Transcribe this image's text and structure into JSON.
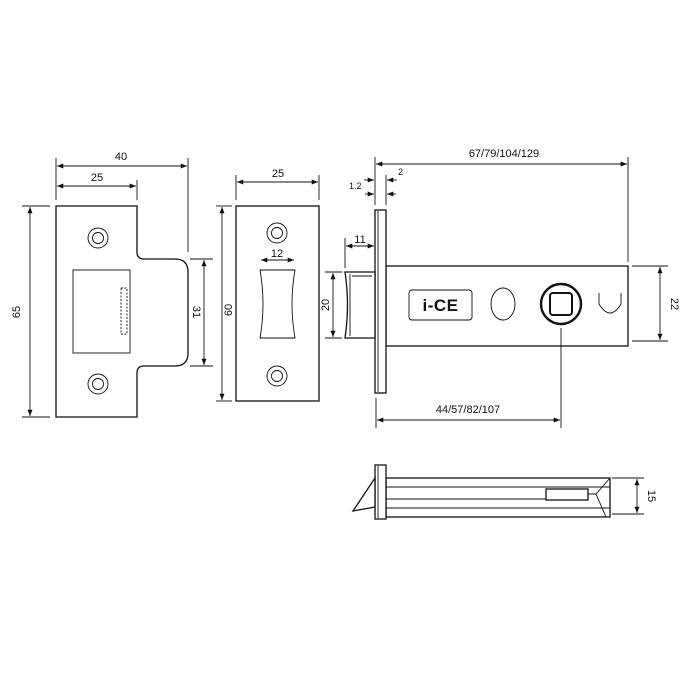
{
  "dimensions": {
    "strike_total_width": "40",
    "strike_inner_width": "25",
    "strike_height": "65",
    "strike_tongue_height": "31",
    "forend_width": "25",
    "forend_height": "60",
    "forend_slot_width": "12",
    "bolt_projection": "11",
    "bolt_height": "20",
    "faceplate_thickness": "1.2",
    "faceplate_offset": "2",
    "overall_length": "67/79/104/129",
    "backset": "44/57/82/107",
    "body_height": "22",
    "body_thickness": "15"
  },
  "logo": {
    "text": "i-CE"
  },
  "colors": {
    "line": "#111111",
    "background": "#ffffff"
  }
}
